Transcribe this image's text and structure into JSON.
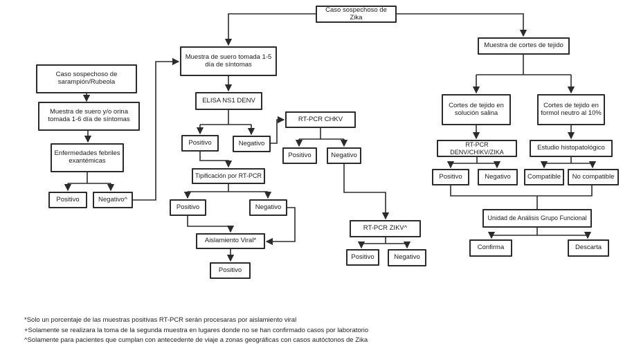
{
  "colors": {
    "line": "#2b2b2b",
    "box_border": "#2b2b2b",
    "text": "#1a1a1a",
    "background": "#ffffff"
  },
  "nodes": {
    "zika": "Caso sospechoso de  Zika",
    "sarampion": "Caso sospechoso de sarampión/Rubeola",
    "muestra16": "Muestra de suero y/o orina tomada 1-6 día de síntomas",
    "febriles": "Enfermedades febriles exantémicas",
    "pos_left": "Positivo",
    "neg_left": "Negativo^",
    "muestra15": "Muestra de suero tomada 1-5 día de síntomas",
    "elisa": "ELISA NS1 DENV",
    "pos_elisa": "Positivo",
    "neg_elisa": "Negativo",
    "chkv": "RT-PCR CHKV",
    "pos_chkv": "Positivo",
    "neg_chkv": "Negativo",
    "tipificacion": "Tipificación por RT-PCR",
    "pos_tip": "Positivo",
    "neg_tip": "Negativo",
    "aislamiento": "Aislamiento Viral*",
    "pos_aisl": "Positivo",
    "zikv": "RT-PCR ZIKV^",
    "pos_zikv": "Positivo",
    "neg_zikv": "Negativo",
    "cortes": "Muestra de cortes de tejido",
    "salina": "Cortes de tejido en solución salina",
    "formol": "Cortes de tejido en formol neutro al 10%",
    "denv": "RT-PCR DENV/CHIKV/ZIKA",
    "histo": "Estudio histopatológico",
    "pos_denv": "Positivo",
    "neg_denv": "Negativo",
    "compatible": "Compatible",
    "nocompatible": "No compatible",
    "unidad": "Unidad de Análisis Grupo Funcional",
    "confirma": "Confirma",
    "descarta": "Descarta"
  },
  "footnotes": [
    "*Solo un porcentaje de las muestras positivas RT-PCR serán procesaras por aislamiento viral",
    "+Solamente se realizara la toma de la segunda muestra en lugares donde no se han confirmado casos por laboratorio",
    "^Solamente para pacientes que cumplan con antecedente de viaje a zonas geográficas con casos autóctonos de Zika"
  ]
}
